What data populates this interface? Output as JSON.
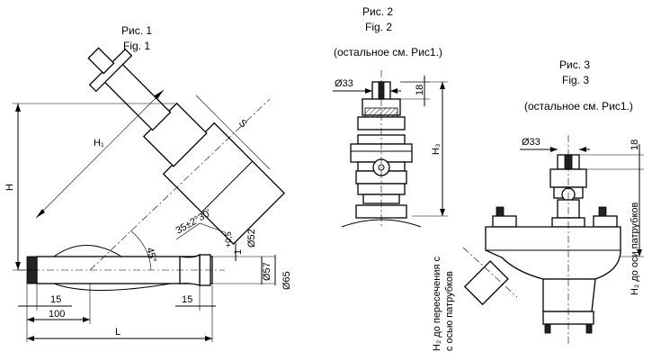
{
  "fig1": {
    "caption_ru": "Рис. 1",
    "caption_en": "Fig. 1"
  },
  "fig2": {
    "caption_ru": "Рис. 2",
    "caption_en": "Fig. 2",
    "note": "(остальное см. Рис1.)"
  },
  "fig3": {
    "caption_ru": "Рис. 3",
    "caption_en": "Fig. 3",
    "note": "(остальное см. Рис1.)"
  },
  "dims": {
    "H": "H",
    "H1": "H₁",
    "S": "S",
    "L": "L",
    "angle45": "45°",
    "angle_tilt": "35±2°30'",
    "tol": "+0,5",
    "d52": "Ø52",
    "val1": "1",
    "d57": "Ø57",
    "d65": "Ø65",
    "d15a": "15",
    "d100": "100",
    "d15b": "15",
    "f2_d33": "Ø33",
    "f2_18": "18",
    "f2_H3": "H₃",
    "f2_note_line1": "H₂ до пересечения с",
    "f2_note_line2": "с осью патрубков",
    "f3_d33": "Ø33",
    "f3_18": "18",
    "f3_H2note": "H₂ до оси патрубков"
  }
}
